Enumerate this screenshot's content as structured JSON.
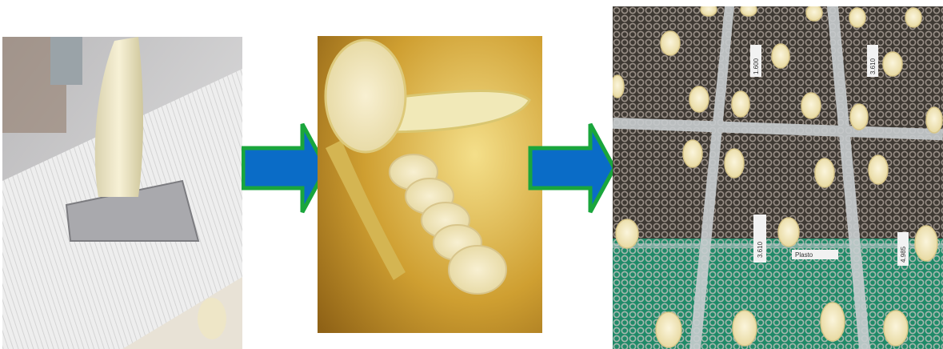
{
  "panels": [
    {
      "id": "slicer",
      "icon": "banana-on-slicer-photo"
    },
    {
      "id": "sliced",
      "icon": "sliced-banana-photo"
    },
    {
      "id": "drying",
      "icon": "banana-slices-on-drying-rack-photo"
    }
  ],
  "arrows": {
    "fill": "#0a6cc7",
    "stroke": "#1aa63c",
    "direction": "right"
  },
  "rack_tags": [
    "1.600",
    "3.610",
    "3.610",
    "Plasto",
    "4.985"
  ],
  "colors": {
    "background": "#ffffff",
    "arrow_fill": "#0a6cc7",
    "arrow_outline": "#1aa63c",
    "banana": "#f4e7b0",
    "gold_bg": "#c99a2a",
    "mesh": "#6b6258",
    "green_mat": "#1f8a68"
  }
}
